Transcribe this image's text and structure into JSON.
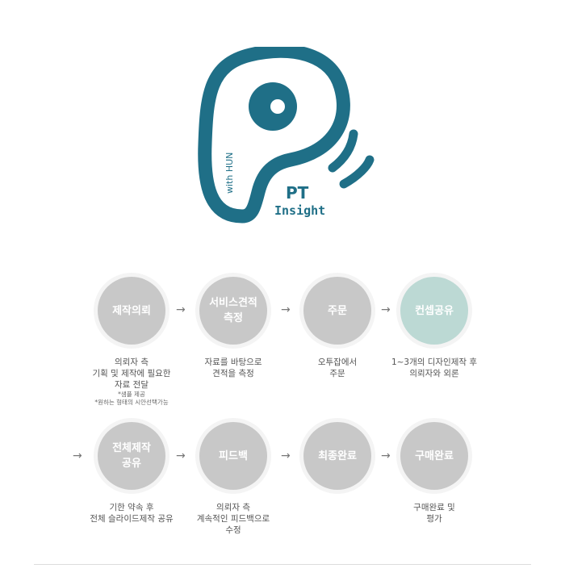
{
  "logo": {
    "text_pt": "PT",
    "text_insight": "Insight",
    "text_with": "with HUN",
    "color": "#1f6f87"
  },
  "colors": {
    "circle": "#c8c8c8",
    "circle_accent": "#bcd9d4",
    "circle_text": "#ffffff"
  },
  "arrow_glyph": "→",
  "steps": [
    {
      "label": "제작의뢰",
      "desc": "의뢰자 측\n기획 및 제작에 필요한\n자료 전달",
      "note": "*샘플 제공\n*원하는 형태의 시안선택가능"
    },
    {
      "label": "서비스견적\n측정",
      "desc": "자료를 바탕으로\n견적을 측정"
    },
    {
      "label": "주문",
      "desc": "오투잡에서\n주문"
    },
    {
      "label": "컨셉공유",
      "desc": "1~3개의 디자인제작 후\n의뢰자와 외론"
    },
    {
      "label": "전체제작\n공유",
      "desc": "기한 약속 후\n전체 슬라이드제작 공유"
    },
    {
      "label": "피드백",
      "desc": "의뢰자 측\n계속적인 피드백으로\n수정"
    },
    {
      "label": "최종완료",
      "desc": ""
    },
    {
      "label": "구매완료",
      "desc": "구매완료 및\n평가"
    }
  ]
}
